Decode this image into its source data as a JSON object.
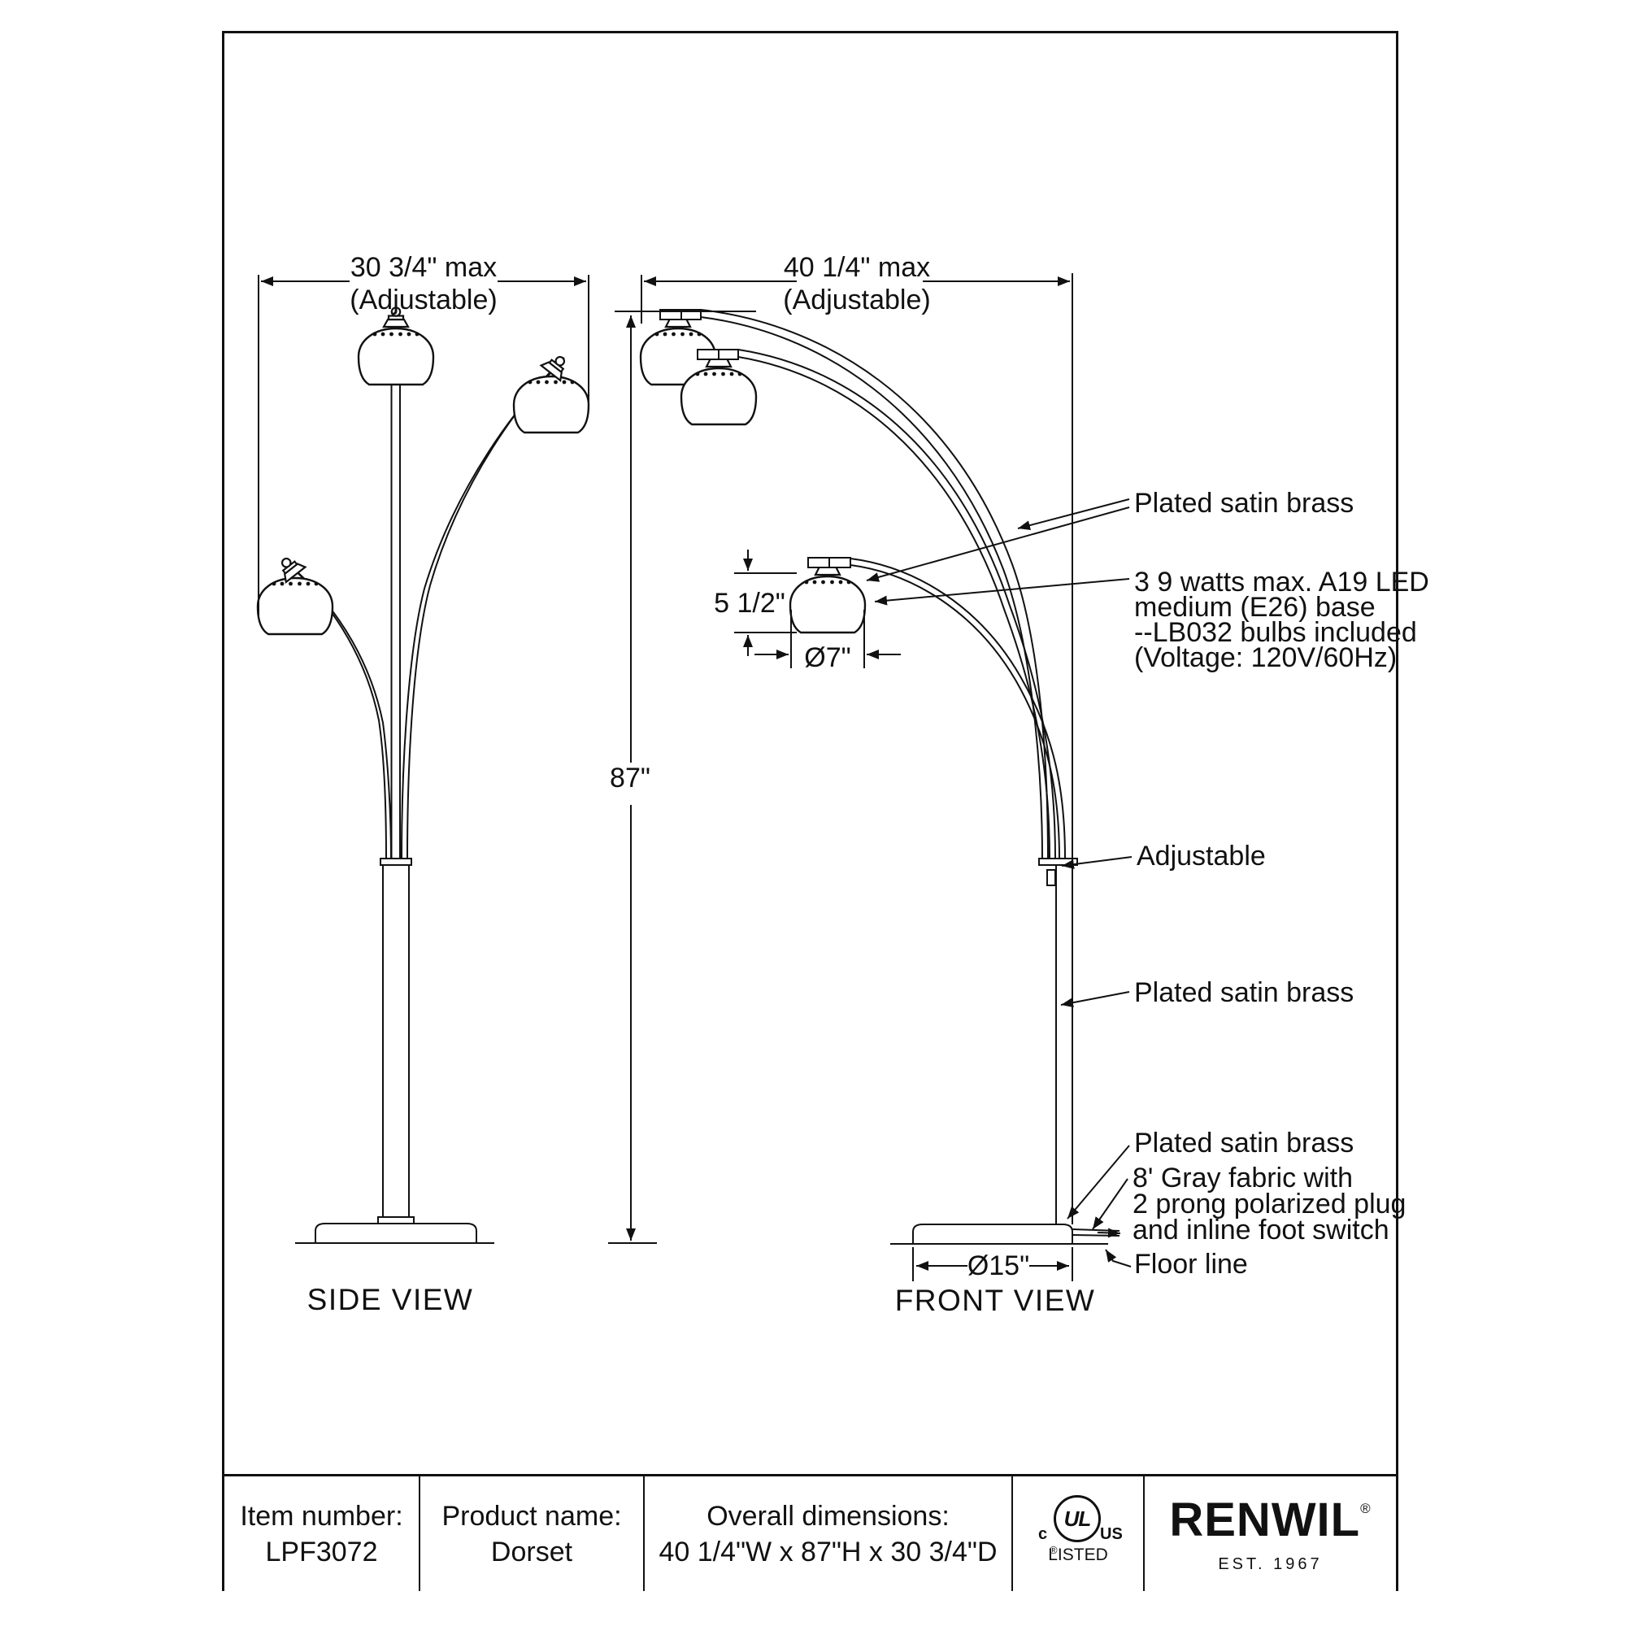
{
  "drawing": {
    "side_view": {
      "title": "SIDE VIEW",
      "dim_width": "30 3/4\" max",
      "dim_width_note": "(Adjustable)"
    },
    "front_view": {
      "title": "FRONT VIEW",
      "dim_width": "40 1/4\" max",
      "dim_width_note": "(Adjustable)",
      "dim_height": "87\"",
      "dim_shade_height": "5 1/2\"",
      "dim_shade_diameter": "Ø7\"",
      "dim_base_diameter": "Ø15\""
    },
    "callouts": {
      "plated_top": "Plated satin brass",
      "bulb_line1": "3 9 watts max. A19 LED",
      "bulb_line2": "medium (E26) base",
      "bulb_line3": "--LB032 bulbs included",
      "bulb_line4": "(Voltage: 120V/60Hz)",
      "adjustable": "Adjustable",
      "plated_mid": "Plated satin brass",
      "plated_bottom": "Plated satin brass",
      "cord_line1": "8' Gray fabric with",
      "cord_line2": "2 prong polarized plug",
      "cord_line3": "and inline foot switch",
      "floor_line": "Floor line"
    }
  },
  "footer": {
    "item_number_label": "Item number:",
    "item_number": "LPF3072",
    "product_name_label": "Product name:",
    "product_name": "Dorset",
    "dimensions_label": "Overall dimensions:",
    "dimensions": "40 1/4\"W x 87\"H x 30 3/4\"D",
    "ul": {
      "c": "c",
      "ul": "UL",
      "us": "US",
      "registered": "®",
      "listed": "LISTED"
    },
    "brand": {
      "name": "RENWIL",
      "registered": "®",
      "est": "EST. 1967"
    }
  },
  "colors": {
    "line": "#111111",
    "background": "#ffffff"
  }
}
